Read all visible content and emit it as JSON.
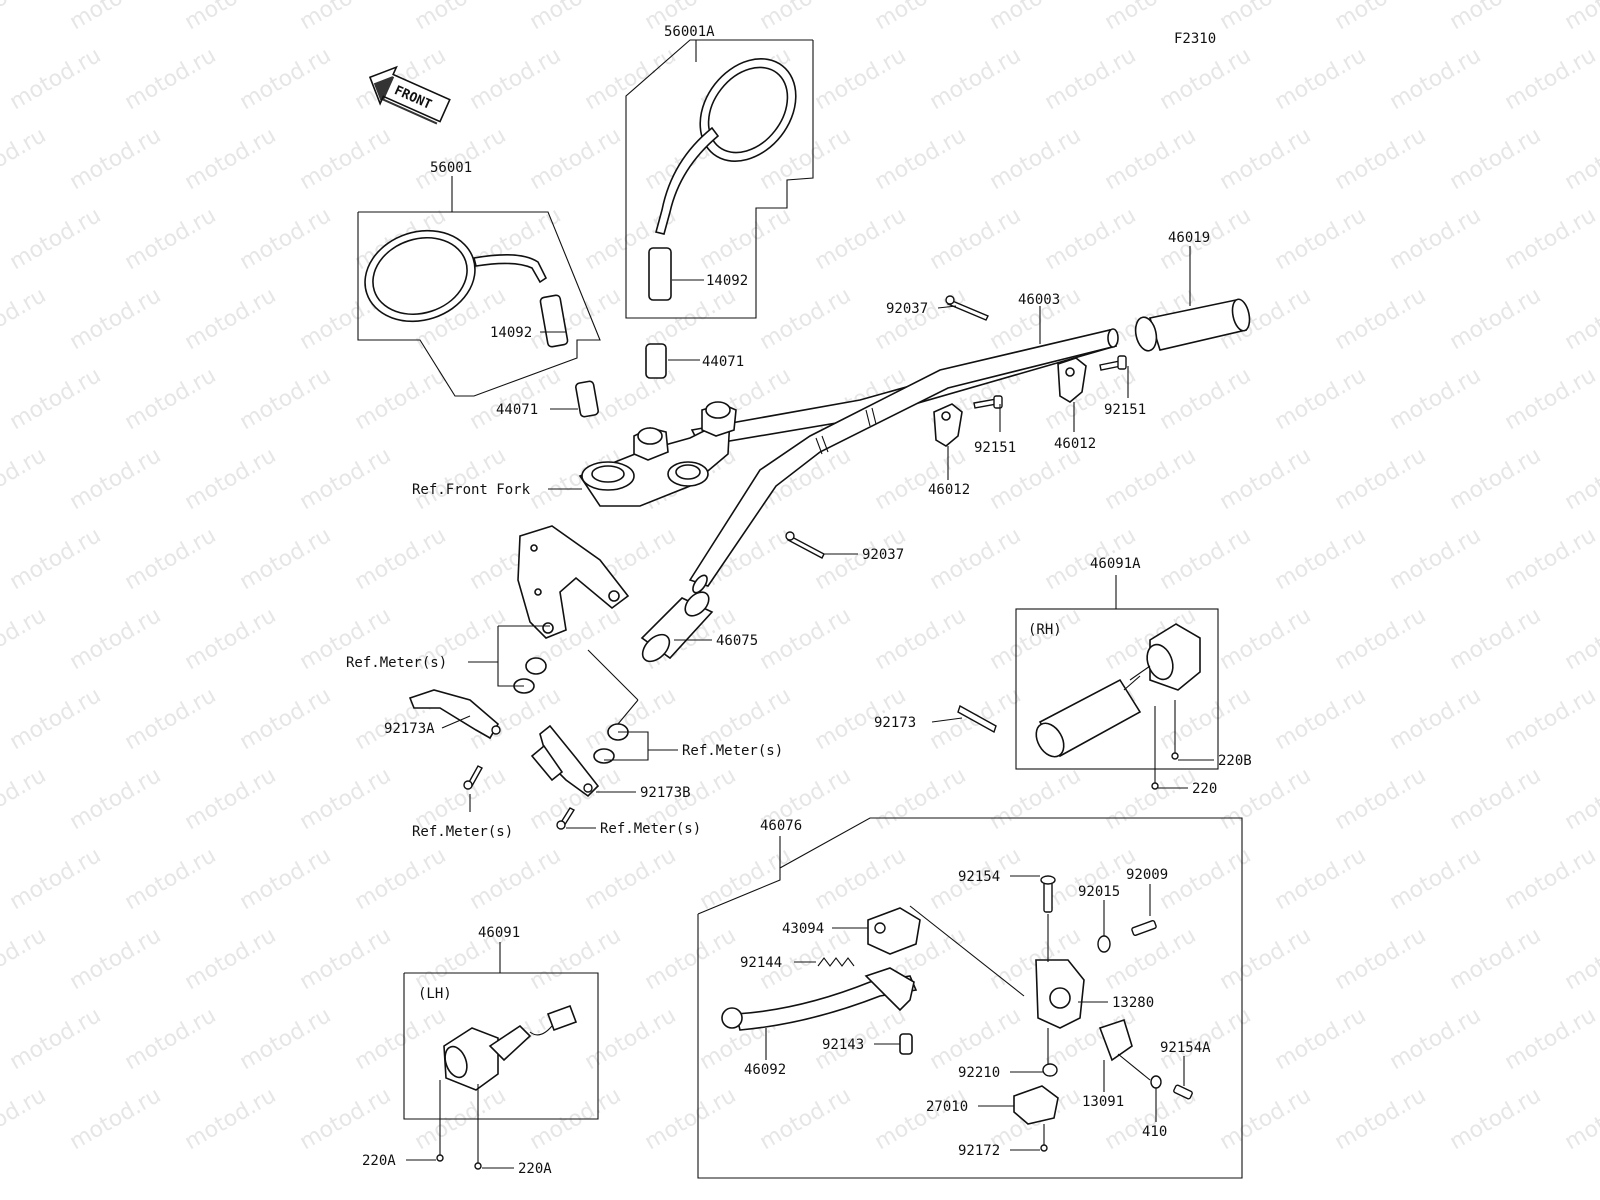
{
  "diagram": {
    "figure_code": "F2310",
    "front_arrow_text": "FRONT",
    "watermark": "motod.ru",
    "group_labels": {
      "rh": "(RH)",
      "lh": "(LH)"
    },
    "callouts": [
      {
        "id": "56001A",
        "text": "56001A"
      },
      {
        "id": "56001",
        "text": "56001"
      },
      {
        "id": "14092-a",
        "text": "14092"
      },
      {
        "id": "14092-b",
        "text": "14092"
      },
      {
        "id": "44071-a",
        "text": "44071"
      },
      {
        "id": "44071-b",
        "text": "44071"
      },
      {
        "id": "46019",
        "text": "46019"
      },
      {
        "id": "92037-a",
        "text": "92037"
      },
      {
        "id": "46003",
        "text": "46003"
      },
      {
        "id": "92151-a",
        "text": "92151"
      },
      {
        "id": "92151-b",
        "text": "92151"
      },
      {
        "id": "46012-a",
        "text": "46012"
      },
      {
        "id": "46012-b",
        "text": "46012"
      },
      {
        "id": "ref-front-fork",
        "text": "Ref.Front Fork"
      },
      {
        "id": "92037-b",
        "text": "92037"
      },
      {
        "id": "46091A",
        "text": "46091A"
      },
      {
        "id": "46075",
        "text": "46075"
      },
      {
        "id": "ref-meters-a",
        "text": "Ref.Meter(s)"
      },
      {
        "id": "92173A",
        "text": "92173A"
      },
      {
        "id": "92173",
        "text": "92173"
      },
      {
        "id": "ref-meters-b",
        "text": "Ref.Meter(s)"
      },
      {
        "id": "92173B",
        "text": "92173B"
      },
      {
        "id": "ref-meters-c",
        "text": "Ref.Meter(s)"
      },
      {
        "id": "ref-meters-d",
        "text": "Ref.Meter(s)"
      },
      {
        "id": "220B",
        "text": "220B"
      },
      {
        "id": "220",
        "text": "220"
      },
      {
        "id": "46076",
        "text": "46076"
      },
      {
        "id": "92154",
        "text": "92154"
      },
      {
        "id": "92009",
        "text": "92009"
      },
      {
        "id": "92015",
        "text": "92015"
      },
      {
        "id": "43094",
        "text": "43094"
      },
      {
        "id": "92144",
        "text": "92144"
      },
      {
        "id": "13280",
        "text": "13280"
      },
      {
        "id": "92143",
        "text": "92143"
      },
      {
        "id": "46092",
        "text": "46092"
      },
      {
        "id": "92154A",
        "text": "92154A"
      },
      {
        "id": "92210",
        "text": "92210"
      },
      {
        "id": "13091",
        "text": "13091"
      },
      {
        "id": "27010",
        "text": "27010"
      },
      {
        "id": "410",
        "text": "410"
      },
      {
        "id": "92172",
        "text": "92172"
      },
      {
        "id": "46091",
        "text": "46091"
      },
      {
        "id": "220A-a",
        "text": "220A"
      },
      {
        "id": "220A-b",
        "text": "220A"
      }
    ]
  }
}
